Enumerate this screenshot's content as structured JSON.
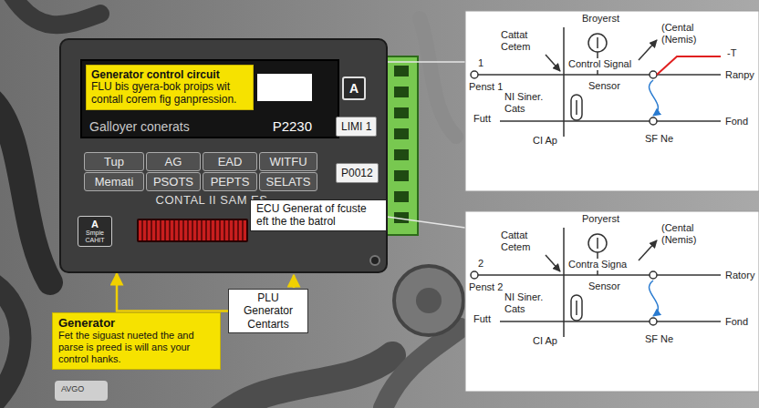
{
  "diagram": {
    "nodes": [
      {
        "text": [
          "CONTAL II SAM ES"
        ]
      },
      {
        "text": [
          "Galloyer conerats",
          "P2230"
        ],
        "in": 0
      },
      {
        "text": [
          "Generator control circuit",
          "FLU bis gyera-bok proips wit contall corem fig ganpression."
        ],
        "in": 1
      },
      {
        "text": [
          "A"
        ],
        "in": 0
      },
      {
        "text": [
          "LIMI 1"
        ],
        "in": 0
      },
      {
        "text": [
          "P0012"
        ],
        "in": 0
      },
      {
        "text": [
          "Tup"
        ],
        "in": 0
      },
      {
        "text": [
          "AG"
        ],
        "in": 0
      },
      {
        "text": [
          "EAD"
        ],
        "in": 0
      },
      {
        "text": [
          "WITFU"
        ],
        "in": 0
      },
      {
        "text": [
          "Memati"
        ],
        "in": 0
      },
      {
        "text": [
          "PSOTS"
        ],
        "in": 0
      },
      {
        "text": [
          "PEPTS"
        ],
        "in": 0
      },
      {
        "text": [
          "SELATS"
        ],
        "in": 0
      },
      {
        "text": [
          "A",
          "Smpie CAHIT"
        ],
        "in": 0
      },
      {
        "text": [
          "ECU Generat of fcuste eft the the batrol"
        ],
        "in": 0
      },
      {
        "text": [
          "PLU Generator Centarts"
        ]
      },
      {
        "text": [
          "Generator",
          "Fet the siguast nueted the and parse is preed is will ans your control hanks."
        ]
      }
    ],
    "edges": [
      {
        "from": 16,
        "to": 0,
        "arrow": "to"
      }
    ],
    "labels": [
      "1",
      "Cattat Cetem",
      "Broyerst",
      "(Cental (Nemis)",
      "Control Signal",
      "Sensor",
      "-T",
      "Penst 1",
      "Futt",
      "NI Siner. Cats",
      "Ranpy",
      "Fond",
      "CI Ap",
      "SF Ne",
      "2",
      "Cattat Cetem",
      "Poryerst",
      "(Cental (Nemis)",
      "Contra Signa",
      "Sensor",
      "Penst 2",
      "Futt",
      "NI Siner. Cats",
      "Ratory",
      "Fond",
      "CI Ap",
      "SF Ne",
      "AVGO"
    ]
  }
}
